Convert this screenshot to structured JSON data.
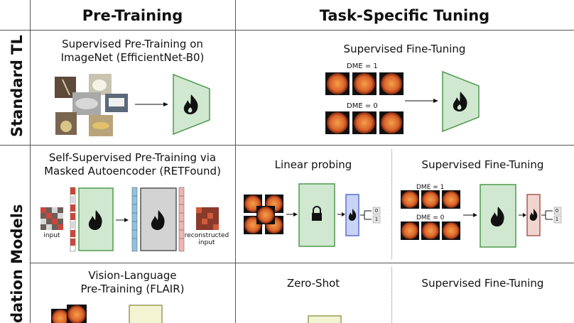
{
  "columns": {
    "pretraining": "Pre-Training",
    "tuning": "Task-Specific Tuning"
  },
  "rows": {
    "standard": "Standard TL",
    "foundation": "dation Models"
  },
  "standard": {
    "pretrain_title_1": "Supervised Pre-Training on",
    "pretrain_title_2": "ImageNet (EfficientNet-B0)",
    "finetune_title": "Supervised Fine-Tuning",
    "dme1": "DME = 1",
    "dme0": "DME = 0"
  },
  "mae": {
    "title_1": "Self-Supervised Pre-Training via",
    "title_2": "Masked Autoencoder (RETFound)",
    "input_label": "input",
    "recon_label_1": "reconstructed",
    "recon_label_2": "input",
    "linear_title": "Linear probing",
    "finetune_title": "Supervised Fine-Tuning",
    "dme1": "DME = 1",
    "dme0": "DME = 0",
    "out0": "0",
    "out1": "1"
  },
  "vl": {
    "title_1": "Vision-Language",
    "title_2": "Pre-Training (FLAIR)",
    "zeroshot_title": "Zero-Shot",
    "finetune_title": "Supervised Fine-Tuning"
  },
  "colors": {
    "trainable_fill": "#cfe8cf",
    "trainable_edge": "#4f9a4f",
    "frozen_fill": "#d3d3d3",
    "probe_fill": "#c9d3f5",
    "probe_edge": "#5a6fc9",
    "head_fill": "#f2d4cf",
    "head_edge": "#a65a50",
    "text_encoder_fill": "#f3f4d2"
  }
}
